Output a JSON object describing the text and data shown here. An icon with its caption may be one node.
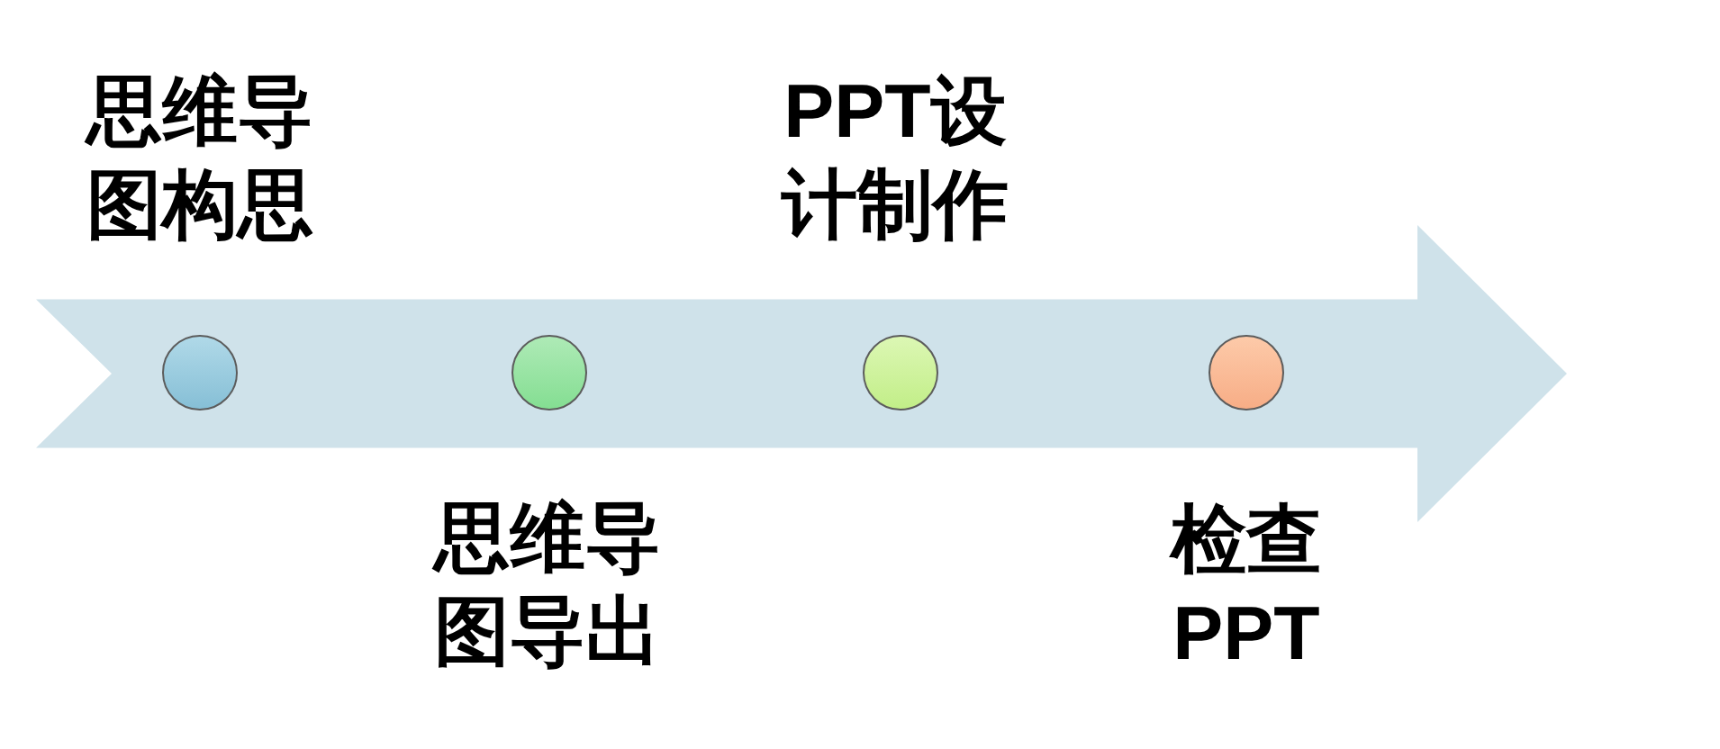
{
  "diagram": {
    "nodes": [
      {
        "text": [],
        "shape": "arrow"
      },
      {
        "text": [],
        "shape": "circle",
        "in": 0,
        "beside": [
          "思维导图构思"
        ]
      },
      {
        "text": [],
        "shape": "circle",
        "in": 0,
        "beside": [
          "思维导图导出"
        ]
      },
      {
        "text": [],
        "shape": "circle",
        "in": 0,
        "beside": [
          "PPT设计制作"
        ]
      },
      {
        "text": [],
        "shape": "circle",
        "in": 0,
        "beside": [
          "检查PPT"
        ]
      }
    ]
  }
}
